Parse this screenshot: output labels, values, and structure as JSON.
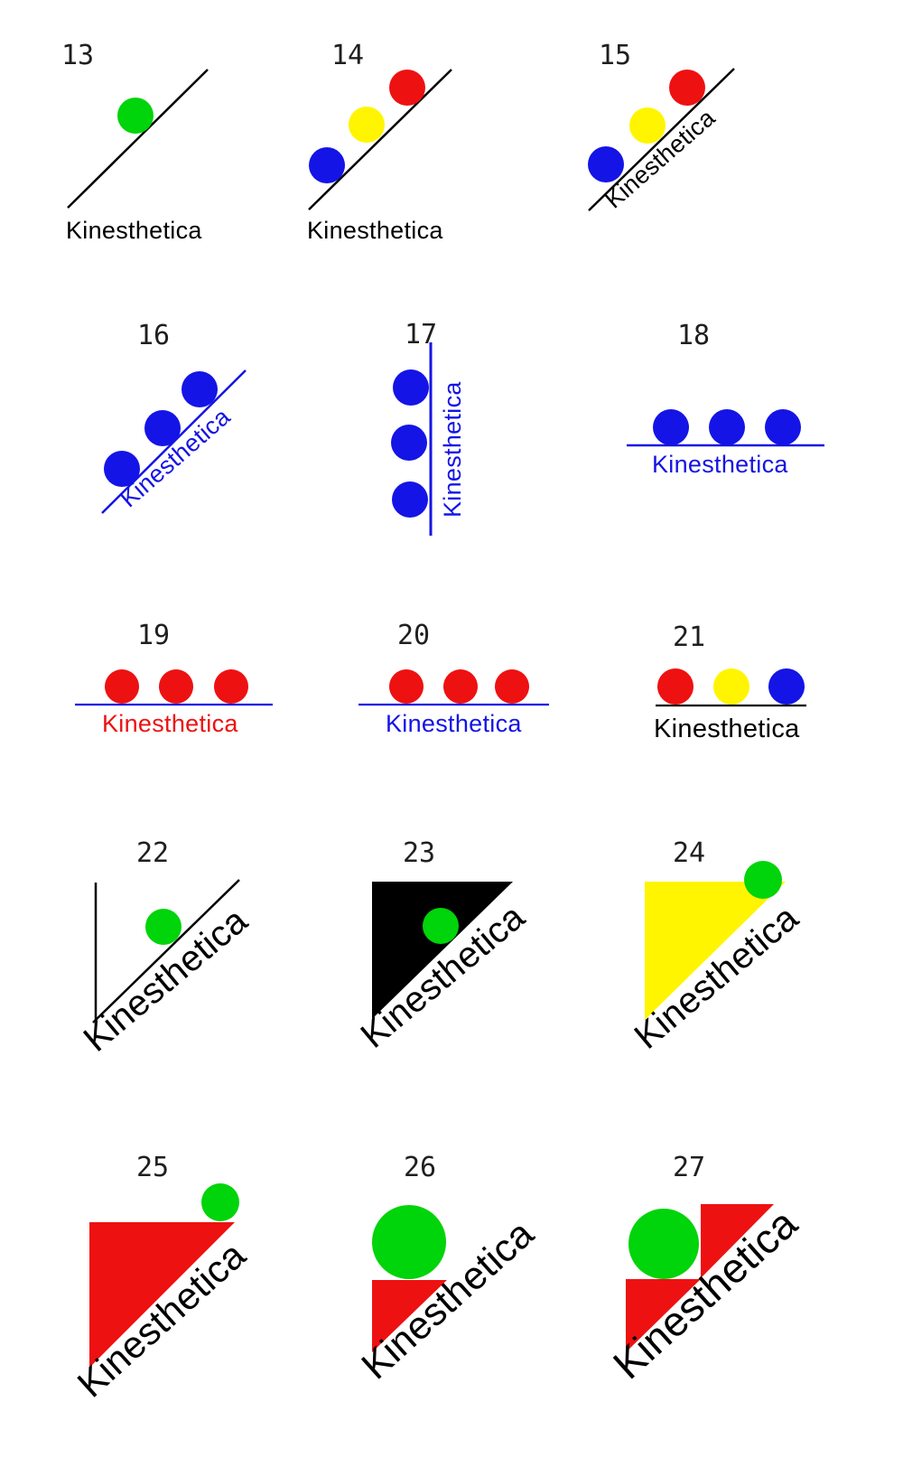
{
  "palette": {
    "black": "#000000",
    "red": "#ee1111",
    "green": "#00d40a",
    "blue": "#1414e6",
    "yellow": "#fff500",
    "number_ink": "#1f1f1f"
  },
  "wordmark": "Kinesthetica",
  "items": [
    {
      "number": "13",
      "wordmark": "Kinesthetica",
      "wordmark_color": "#000000"
    },
    {
      "number": "14",
      "wordmark": "Kinesthetica",
      "wordmark_color": "#000000"
    },
    {
      "number": "15",
      "wordmark": "Kinesthetica",
      "wordmark_color": "#000000"
    },
    {
      "number": "16",
      "wordmark": "Kinesthetica",
      "wordmark_color": "#1414e6"
    },
    {
      "number": "17",
      "wordmark": "Kinesthetica",
      "wordmark_color": "#1414e6"
    },
    {
      "number": "18",
      "wordmark": "Kinesthetica",
      "wordmark_color": "#1414e6"
    },
    {
      "number": "19",
      "wordmark": "Kinesthetica",
      "wordmark_color": "#ee1111"
    },
    {
      "number": "20",
      "wordmark": "Kinesthetica",
      "wordmark_color": "#1414e6"
    },
    {
      "number": "21",
      "wordmark": "Kinesthetica",
      "wordmark_color": "#000000"
    },
    {
      "number": "22",
      "wordmark": "Kinesthetica",
      "wordmark_color": "#000000"
    },
    {
      "number": "23",
      "wordmark": "Kinesthetica",
      "wordmark_color": "#000000"
    },
    {
      "number": "24",
      "wordmark": "Kinesthetica",
      "wordmark_color": "#000000"
    },
    {
      "number": "25",
      "wordmark": "Kinesthetica",
      "wordmark_color": "#000000"
    },
    {
      "number": "26",
      "wordmark": "Kinesthetica",
      "wordmark_color": "#000000"
    },
    {
      "number": "27",
      "wordmark": "Kinesthetica",
      "wordmark_color": "#000000"
    }
  ]
}
